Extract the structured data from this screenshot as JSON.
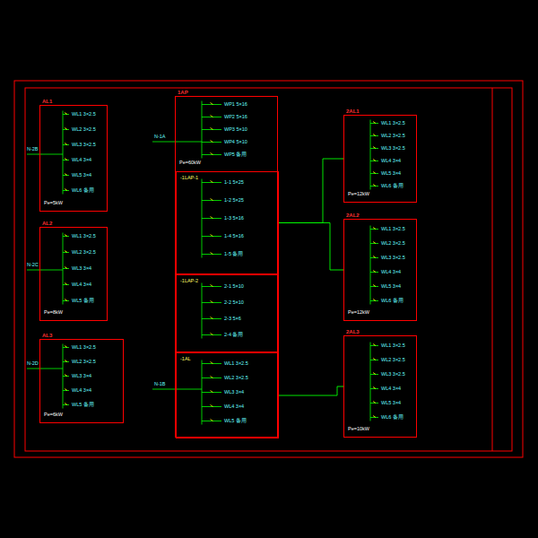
{
  "diagram": {
    "nodes": [
      {
        "text": [
          "AL1",
          "Pe=5kW"
        ]
      },
      {
        "text": [
          "AL2",
          "Pe=8kW"
        ]
      },
      {
        "text": [
          "AL3",
          "Pe=6kW"
        ]
      },
      {
        "text": [
          "1AP",
          "Pe=60kW"
        ]
      },
      {
        "text": [
          "-1LAP-1"
        ],
        "in": 3
      },
      {
        "text": [
          "-1LAP-2"
        ],
        "in": 3
      },
      {
        "text": [
          "-1AL"
        ],
        "in": 3
      },
      {
        "text": [
          "2AL1",
          "Pe=12kW"
        ]
      },
      {
        "text": [
          "2AL2",
          "Pe=12kW"
        ]
      },
      {
        "text": [
          "2AL3",
          "Pe=10kW"
        ]
      }
    ],
    "edges": [
      {
        "from": 4,
        "to": 7,
        "arrow": "none"
      },
      {
        "from": 4,
        "to": 8,
        "arrow": "none"
      },
      {
        "from": 6,
        "to": 9,
        "arrow": "none"
      }
    ],
    "labels": [
      "N-2B",
      "WL1 3×2.5",
      "WL2 3×2.5",
      "WL3 3×2.5",
      "WL4 3×4",
      "WL5 3×4",
      "WL6 备用",
      "N-2C",
      "WL1 3×2.5",
      "WL2 3×2.5",
      "WL3 3×4",
      "WL4 3×4",
      "WL5 备用",
      "N-2D",
      "WL1 3×2.5",
      "WL2 3×2.5",
      "WL3 3×4",
      "WL4 3×4",
      "WL5 备用",
      "N-1A",
      "WP1 5×16",
      "WP2 5×16",
      "WP3 5×10",
      "WP4 5×10",
      "WP5 备用",
      "1-1 5×25",
      "1-2 5×25",
      "1-3 5×16",
      "1-4 5×16",
      "1-5 备用",
      "2-1 5×10",
      "2-2 5×10",
      "2-3 5×6",
      "2-4 备用",
      "N-1B",
      "WL1 3×2.5",
      "WL2 3×2.5",
      "WL3 3×4",
      "WL4 3×4",
      "WL5 备用",
      "WL1 3×2.5",
      "WL2 3×2.5",
      "WL3 3×2.5",
      "WL4 3×4",
      "WL5 3×4",
      "WL6 备用",
      "WL1 3×2.5",
      "WL2 3×2.5",
      "WL3 3×2.5",
      "WL4 3×4",
      "WL5 3×4",
      "WL6 备用",
      "WL1 3×2.5",
      "WL2 3×2.5",
      "WL3 3×2.5",
      "WL4 3×4",
      "WL5 3×4",
      "WL6 备用"
    ]
  }
}
